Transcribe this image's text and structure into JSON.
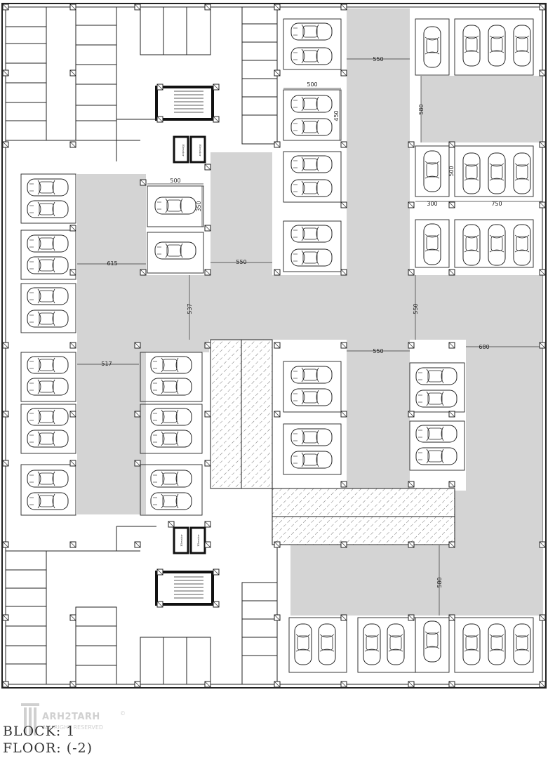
{
  "plan": {
    "block_label": "BLOCK: 1",
    "floor_label": "FLOOR: (-2)",
    "elevator_label": "Elevator",
    "dimensions": {
      "d550_top": "550",
      "d500_top": "500",
      "d450": "450",
      "d580_top": "580",
      "d500_right": "500",
      "d300": "300",
      "d750": "750",
      "d500_left": "500",
      "d350": "350",
      "d615": "615",
      "d550_mid": "550",
      "d537": "537",
      "d550_right": "550",
      "d550_low": "550",
      "d680": "680",
      "d517": "517",
      "d580_bottom": "580"
    }
  },
  "watermark": {
    "brand": "ARH2TARH",
    "rights": "ALL RIGHT RESERVED",
    "copyright_mark": "©"
  }
}
